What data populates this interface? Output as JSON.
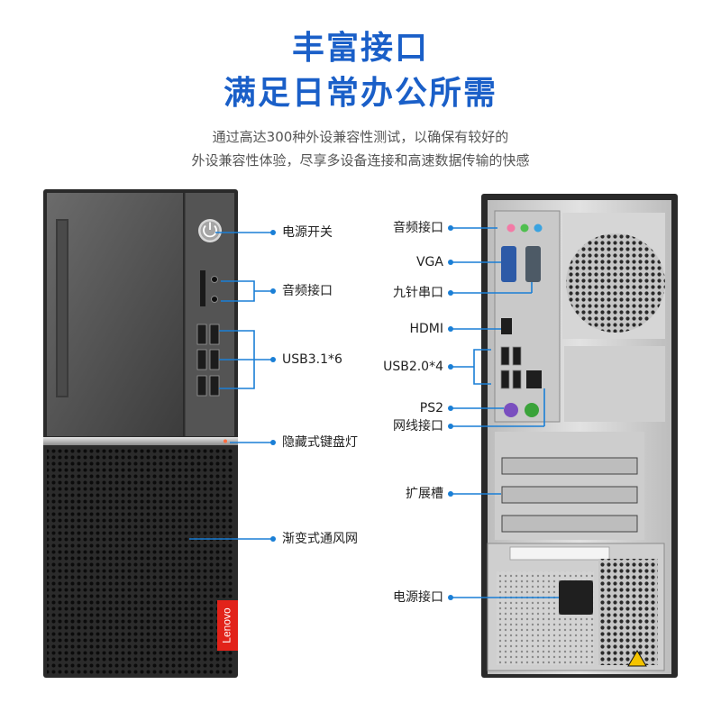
{
  "header": {
    "title_line1": "丰富接口",
    "title_line2": "满足日常办公所需",
    "desc_line1": "通过高达300种外设兼容性测试，以确保有较好的",
    "desc_line2": "外设兼容性体验，尽享多设备连接和高速数据传输的快感"
  },
  "front_labels": {
    "power_switch": "电源开关",
    "audio": "音频接口",
    "usb31": "USB3.1*6",
    "hidden_light": "隐藏式键盘灯",
    "vent": "渐变式通风网"
  },
  "rear_labels": {
    "audio": "音频接口",
    "vga": "VGA",
    "serial": "九针串口",
    "hdmi": "HDMI",
    "usb20": "USB2.0*4",
    "ps2": "PS2",
    "lan": "网线接口",
    "expansion": "扩展槽",
    "power": "电源接口"
  },
  "brand": {
    "logo": "Lenovo"
  },
  "colors": {
    "accent": "#1a5fc8",
    "leader": "#1a7fd6",
    "logo_red": "#e2231a"
  }
}
